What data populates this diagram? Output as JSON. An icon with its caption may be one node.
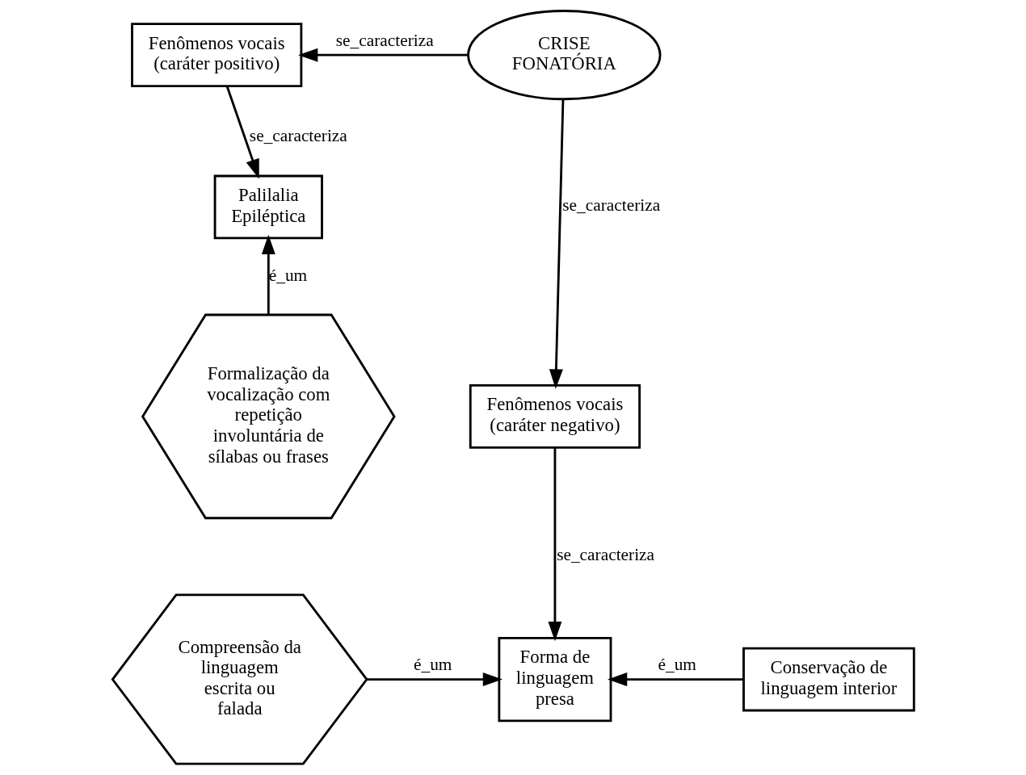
{
  "diagram": {
    "nodes": [
      {
        "text": [
          "CRISE FONATÓRIA"
        ]
      },
      {
        "text": [
          "Fenômenos vocais (caráter positivo)"
        ]
      },
      {
        "text": [
          "Palilalia Epiléptica"
        ]
      },
      {
        "text": [
          "Formalização da vocalização com repetição involuntária de sílabas ou frases"
        ]
      },
      {
        "text": [
          "Fenômenos vocais (caráter negativo)"
        ]
      },
      {
        "text": [
          "Forma de linguagem presa"
        ]
      },
      {
        "text": [
          "Compreensão da linguagem escrita ou falada"
        ]
      },
      {
        "text": [
          "Conservação de linguagem interior"
        ]
      }
    ],
    "edges": [
      {
        "from": 0,
        "to": 1,
        "arrow": "to",
        "label": "se_caracteriza"
      },
      {
        "from": 1,
        "to": 2,
        "arrow": "to",
        "label": "se_caracteriza"
      },
      {
        "from": 3,
        "to": 2,
        "arrow": "to",
        "label": "é_um"
      },
      {
        "from": 0,
        "to": 4,
        "arrow": "to",
        "label": "se_caracteriza"
      },
      {
        "from": 4,
        "to": 5,
        "arrow": "to",
        "label": "se_caracteriza"
      },
      {
        "from": 6,
        "to": 5,
        "arrow": "to",
        "label": "é_um"
      },
      {
        "from": 7,
        "to": 5,
        "arrow": "to",
        "label": "é_um"
      }
    ]
  }
}
